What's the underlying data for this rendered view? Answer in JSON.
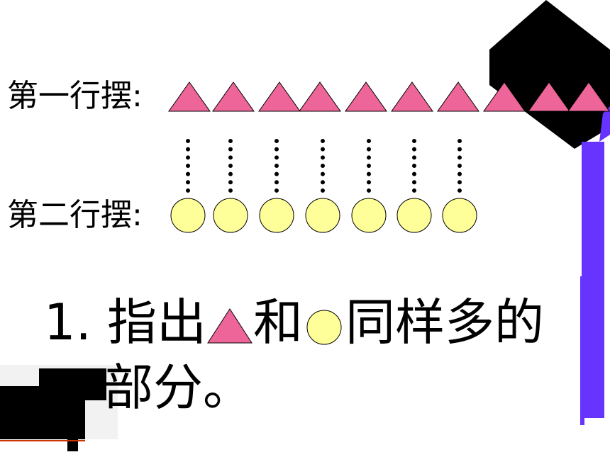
{
  "row1": {
    "label": "第一行摆:",
    "shape": "pink-triangle",
    "count": 10
  },
  "row2": {
    "label": "第二行摆:",
    "shape": "yellow-circle",
    "count": 7
  },
  "question": {
    "prefix": "1. 指出",
    "middle": "和",
    "suffix": "同样多的",
    "line2": "部分。"
  },
  "colors": {
    "triangle_fill": "#ee6699",
    "circle_fill": "#ffff99",
    "dots": "#000000",
    "accent_purple": "#6633ff"
  }
}
